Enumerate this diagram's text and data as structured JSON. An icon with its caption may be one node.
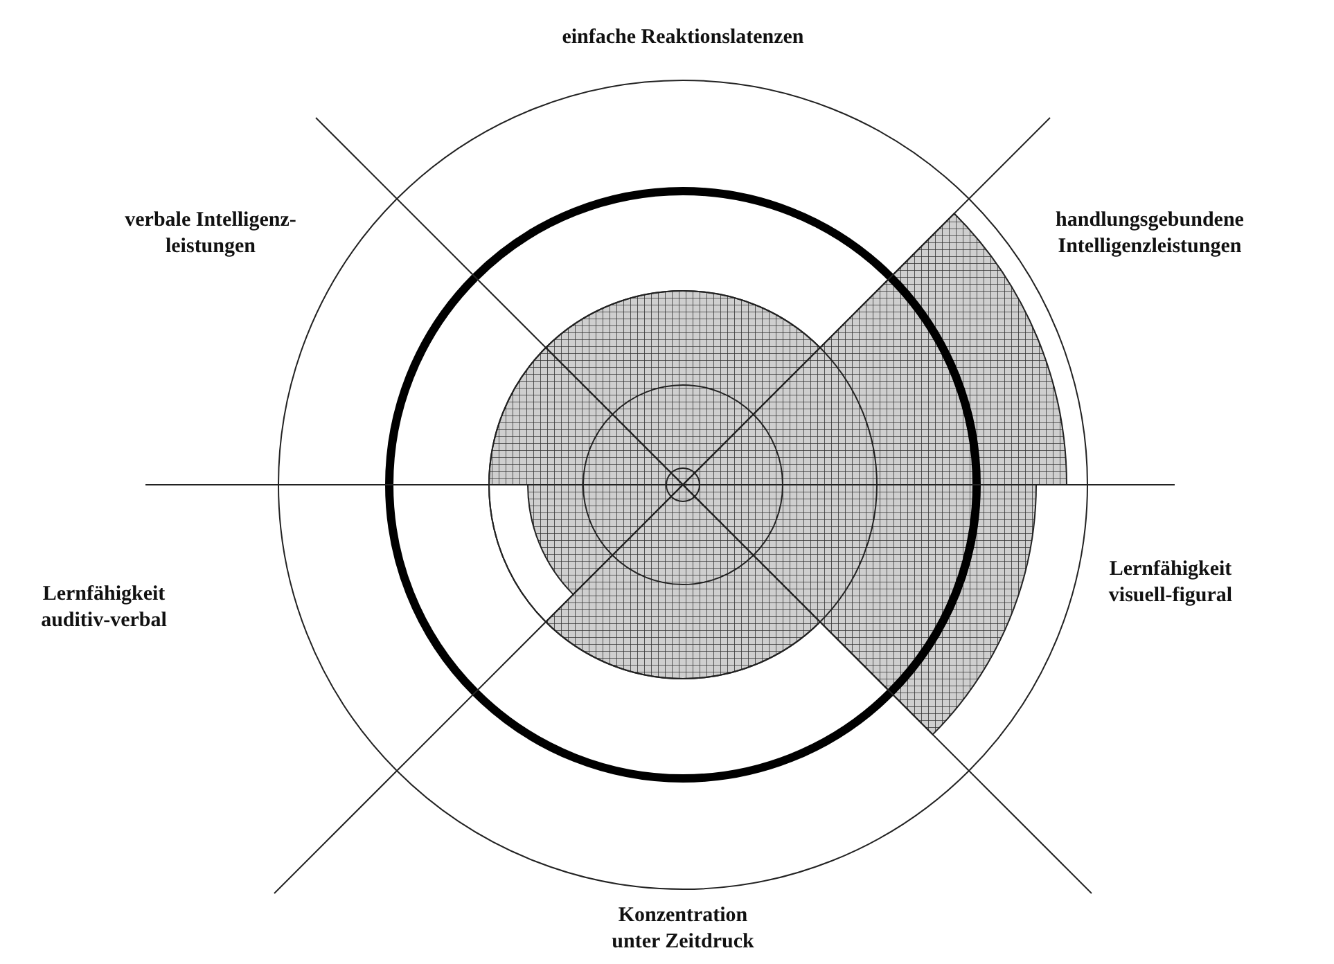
{
  "diagram": {
    "labels": [
      "einfache Reaktionslatenzen",
      "verbale Intelligenz- leistungen",
      "handlungsgebundene Intelligenzleistungen",
      "Lernfähigkeit auditiv-verbal",
      "Lernfähigkeit visuell-figural",
      "Konzentration unter Zeitdruck"
    ]
  }
}
